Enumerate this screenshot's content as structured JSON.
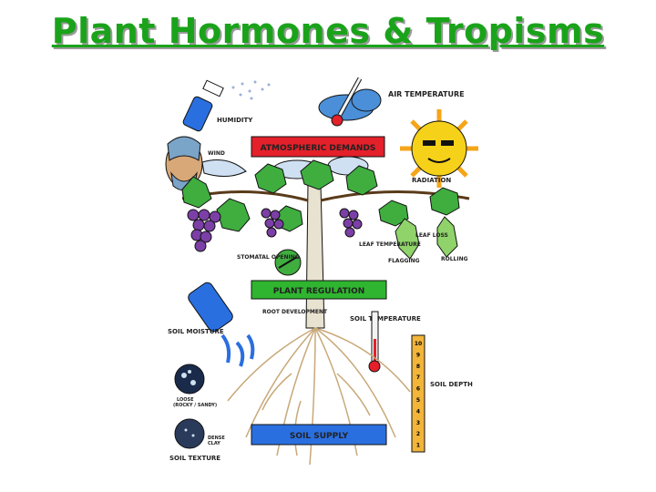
{
  "title": "Plant Hormones & Tropisms",
  "labels": {
    "humidity": "HUMIDITY",
    "wind": "WIND",
    "air_temperature": "AIR TEMPERATURE",
    "atmospheric_demands": "ATMOSPHERIC DEMANDS",
    "radiation": "RADIATION",
    "leaf_loss": "LEAF LOSS",
    "leaf_temperature": "LEAF TEMPERATURE",
    "stomata_opening": "STOMATAL OPENING",
    "flagging": "FLAGGING",
    "rolling": "ROLLING",
    "plant_regulation": "PLANT REGULATION",
    "root_development": "ROOT DEVELOPMENT",
    "soil_temperature": "SOIL TEMPERATURE",
    "soil_moisture": "SOIL MOISTURE",
    "soil_depth": "SOIL DEPTH",
    "loose": "LOOSE",
    "loose_sub": "(ROCKY / SANDY)",
    "dense": "DENSE",
    "dense_sub": "CLAY",
    "soil_supply": "SOIL SUPPLY",
    "soil_texture": "SOIL TEXTURE"
  },
  "depth_scale": [
    "10",
    "9",
    "8",
    "7",
    "6",
    "5",
    "4",
    "3",
    "2",
    "1"
  ],
  "colors": {
    "title": "#1aa31a",
    "atmospheric_box": "#e4202a",
    "regulation_box": "#2fb52f",
    "soil_box": "#2a6fe0",
    "leaf": "#3fae3f",
    "grape": "#7b3fa6",
    "sun": "#f5d11a",
    "ruler": "#f2b53a"
  }
}
